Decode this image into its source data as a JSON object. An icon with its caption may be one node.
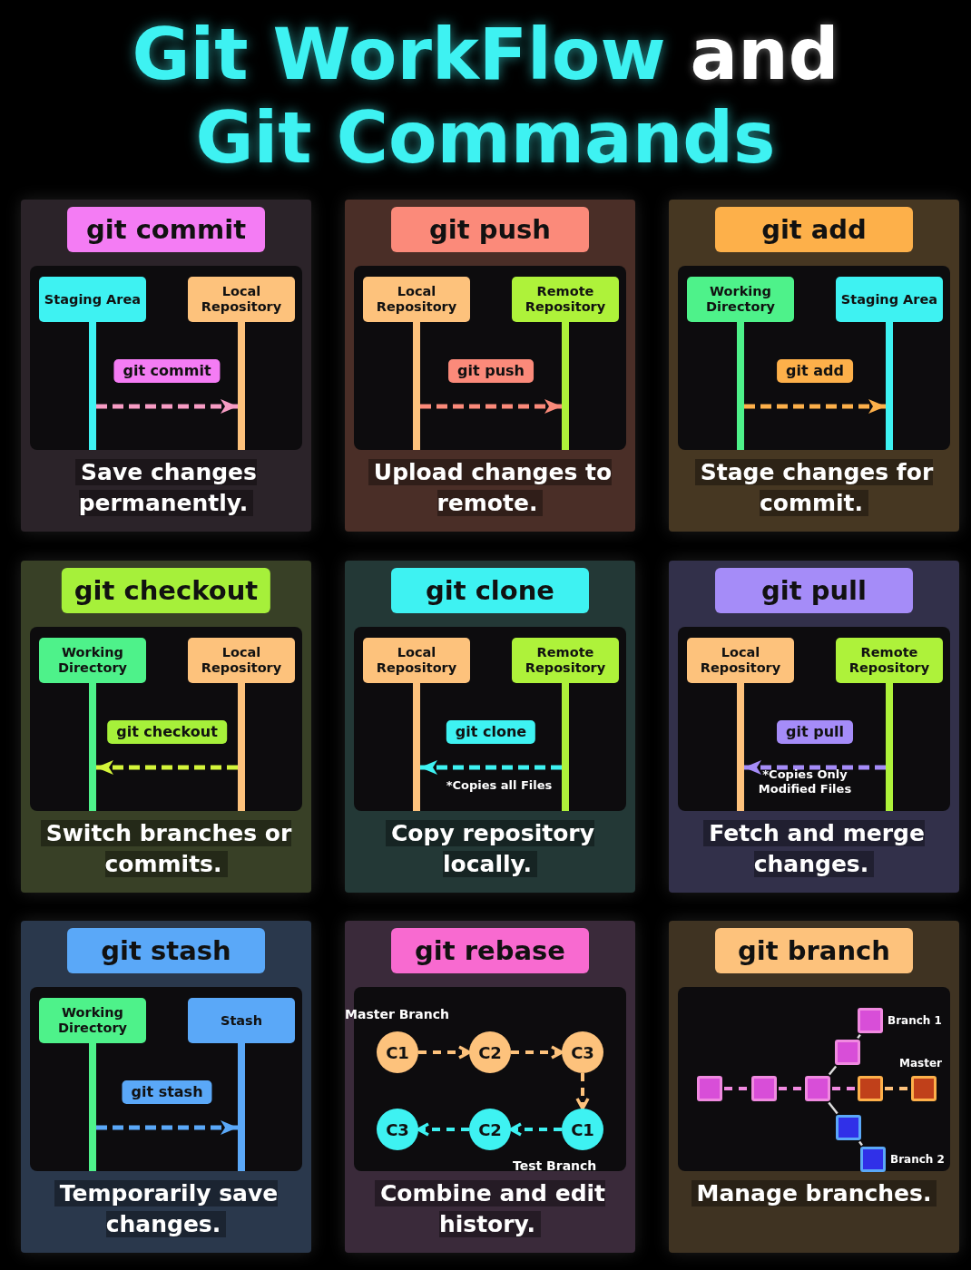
{
  "diagram": {
    "title": "Git WorkFlow and Git Commands",
    "nodes": [
      {
        "text": [
          "git commit",
          "Save changes permanently."
        ]
      },
      {
        "text": [
          "Staging Area"
        ],
        "in": 0
      },
      {
        "text": [
          "Local Repository"
        ],
        "in": 0
      },
      {
        "text": [],
        "shape": "bar",
        "in": 0
      },
      {
        "text": [],
        "shape": "bar",
        "in": 0
      },
      {
        "text": [
          "git push",
          "Upload changes to remote."
        ]
      },
      {
        "text": [
          "Local Repository"
        ],
        "in": 5
      },
      {
        "text": [
          "Remote Repository"
        ],
        "in": 5
      },
      {
        "text": [],
        "shape": "bar",
        "in": 5
      },
      {
        "text": [],
        "shape": "bar",
        "in": 5
      },
      {
        "text": [
          "git add",
          "Stage changes for commit."
        ]
      },
      {
        "text": [
          "Working Directory"
        ],
        "in": 10
      },
      {
        "text": [
          "Staging Area"
        ],
        "in": 10
      },
      {
        "text": [],
        "shape": "bar",
        "in": 10
      },
      {
        "text": [],
        "shape": "bar",
        "in": 10
      },
      {
        "text": [
          "git checkout",
          "Switch branches or commits."
        ]
      },
      {
        "text": [
          "Working Directory"
        ],
        "in": 15
      },
      {
        "text": [
          "Local Repository"
        ],
        "in": 15
      },
      {
        "text": [],
        "shape": "bar",
        "in": 15
      },
      {
        "text": [],
        "shape": "bar",
        "in": 15
      },
      {
        "text": [
          "git clone",
          "Copy repository locally."
        ]
      },
      {
        "text": [
          "Local Repository"
        ],
        "in": 20
      },
      {
        "text": [
          "Remote Repository"
        ],
        "in": 20
      },
      {
        "text": [],
        "shape": "bar",
        "in": 20
      },
      {
        "text": [],
        "shape": "bar",
        "in": 20
      },
      {
        "text": [
          "git pull",
          "Fetch and merge changes."
        ]
      },
      {
        "text": [
          "Local Repository"
        ],
        "in": 25
      },
      {
        "text": [
          "Remote Repository"
        ],
        "in": 25
      },
      {
        "text": [],
        "shape": "bar",
        "in": 25
      },
      {
        "text": [],
        "shape": "bar",
        "in": 25
      },
      {
        "text": [
          "git stash",
          "Temporarily save changes."
        ]
      },
      {
        "text": [
          "Working Directory"
        ],
        "in": 30
      },
      {
        "text": [
          "Stash"
        ],
        "in": 30
      },
      {
        "text": [],
        "shape": "bar",
        "in": 30
      },
      {
        "text": [],
        "shape": "bar",
        "in": 30
      },
      {
        "text": [
          "git rebase",
          "Combine and edit history."
        ]
      },
      {
        "text": [
          "C1"
        ],
        "in": 35
      },
      {
        "text": [
          "C2"
        ],
        "in": 35
      },
      {
        "text": [
          "C3"
        ],
        "in": 35
      },
      {
        "text": [
          "C3"
        ],
        "in": 35
      },
      {
        "text": [
          "C2"
        ],
        "in": 35
      },
      {
        "text": [
          "C1"
        ],
        "in": 35
      },
      {
        "text": [
          "git branch",
          "Manage branches."
        ]
      },
      {
        "text": [],
        "shape": "box",
        "in": 42,
        "beside": [
          "Branch 1"
        ]
      },
      {
        "text": [],
        "shape": "box",
        "in": 42
      },
      {
        "text": [],
        "shape": "box",
        "in": 42
      },
      {
        "text": [],
        "shape": "box",
        "in": 42
      },
      {
        "text": [],
        "shape": "box",
        "in": 42
      },
      {
        "text": [],
        "shape": "box",
        "in": 42
      },
      {
        "text": [],
        "shape": "box",
        "in": 42,
        "beside": [
          "Master"
        ]
      },
      {
        "text": [],
        "shape": "box",
        "in": 42
      },
      {
        "text": [],
        "shape": "box",
        "in": 42,
        "beside": [
          "Branch 2"
        ]
      }
    ],
    "edges": [
      {
        "from": 3,
        "to": 4,
        "arrow": "to",
        "label": "git commit",
        "style": "dashed",
        "color": "#f79cc4"
      },
      {
        "from": 8,
        "to": 9,
        "arrow": "to",
        "label": "git push",
        "style": "dashed",
        "color": "#fb8a7a"
      },
      {
        "from": 13,
        "to": 14,
        "arrow": "to",
        "label": "git add",
        "style": "dashed",
        "color": "#fdb04a"
      },
      {
        "from": 19,
        "to": 18,
        "arrow": "to",
        "label": "git checkout",
        "style": "dashed",
        "color": "#d4f53a"
      },
      {
        "from": 24,
        "to": 23,
        "arrow": "to",
        "label": "git clone",
        "style": "dashed",
        "color": "#3ef2f2"
      },
      {
        "from": 29,
        "to": 28,
        "arrow": "to",
        "label": "git pull",
        "style": "dashed",
        "color": "#a58cf8"
      },
      {
        "from": 33,
        "to": 34,
        "arrow": "to",
        "label": "git stash",
        "style": "dashed",
        "color": "#5aa8f8"
      },
      {
        "from": 36,
        "to": 37,
        "arrow": "to",
        "style": "dashed",
        "color": "#fdc27c"
      },
      {
        "from": 37,
        "to": 38,
        "arrow": "to",
        "style": "dashed",
        "color": "#fdc27c"
      },
      {
        "from": 38,
        "to": 41,
        "arrow": "to",
        "style": "dashed",
        "color": "#fdc27c"
      },
      {
        "from": 41,
        "to": 40,
        "arrow": "to",
        "style": "dashed",
        "color": "#3ef2f2"
      },
      {
        "from": 40,
        "to": 39,
        "arrow": "to",
        "style": "dashed",
        "color": "#3ef2f2"
      },
      {
        "from": 45,
        "to": 46,
        "arrow": "none",
        "style": "dashed",
        "color": "#f08ae0"
      },
      {
        "from": 46,
        "to": 47,
        "arrow": "none",
        "style": "dashed",
        "color": "#f08ae0"
      },
      {
        "from": 47,
        "to": 48,
        "arrow": "none",
        "style": "dashed",
        "color": "#f08ae0"
      },
      {
        "from": 48,
        "to": 49,
        "arrow": "none",
        "style": "dashed",
        "color": "#fdc27c"
      },
      {
        "from": 47,
        "to": 44,
        "arrow": "none",
        "color": "#dddddd"
      },
      {
        "from": 44,
        "to": 43,
        "arrow": "none",
        "color": "#dddddd"
      },
      {
        "from": 47,
        "to": 50,
        "arrow": "none",
        "color": "#dddddd"
      },
      {
        "from": 50,
        "to": 51,
        "arrow": "none",
        "color": "#dddddd"
      }
    ],
    "labels": [
      "*Copies all Files",
      "*Copies Only Modified Files",
      "Master Branch",
      "Test Branch"
    ]
  }
}
